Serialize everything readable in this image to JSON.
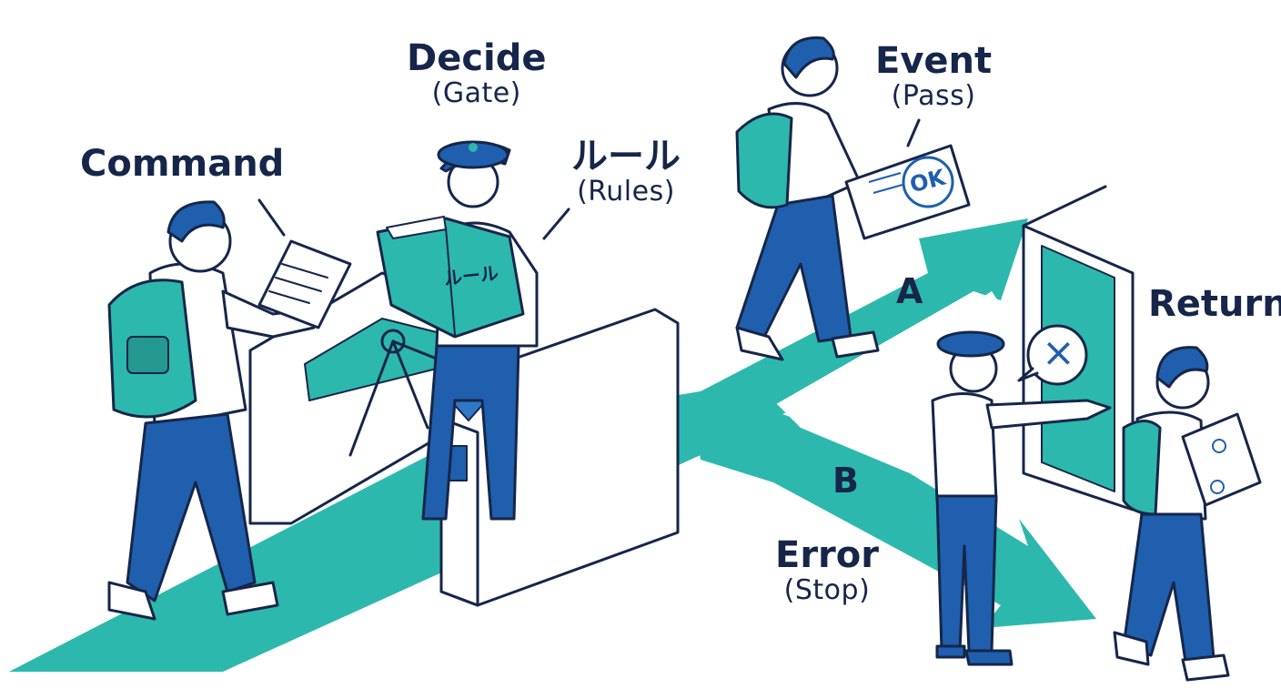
{
  "labels": {
    "command": "Command",
    "decide": "Decide",
    "decide_sub": "(Gate)",
    "rules_jp": "ルール",
    "rules_sub": "(Rules)",
    "event": "Event",
    "event_sub": "(Pass)",
    "return": "Return",
    "error": "Error",
    "error_sub": "(Stop)",
    "path_a": "A",
    "path_b": "B"
  },
  "book_title": "ルール",
  "ticket_stamp": "OK",
  "error_mark": "×",
  "colors": {
    "teal": "#2db8ad",
    "teal_dark": "#23998f",
    "navy": "#16264a",
    "blue": "#1f5fae",
    "blue_light": "#2f78c8",
    "skin": "#ffffff"
  }
}
